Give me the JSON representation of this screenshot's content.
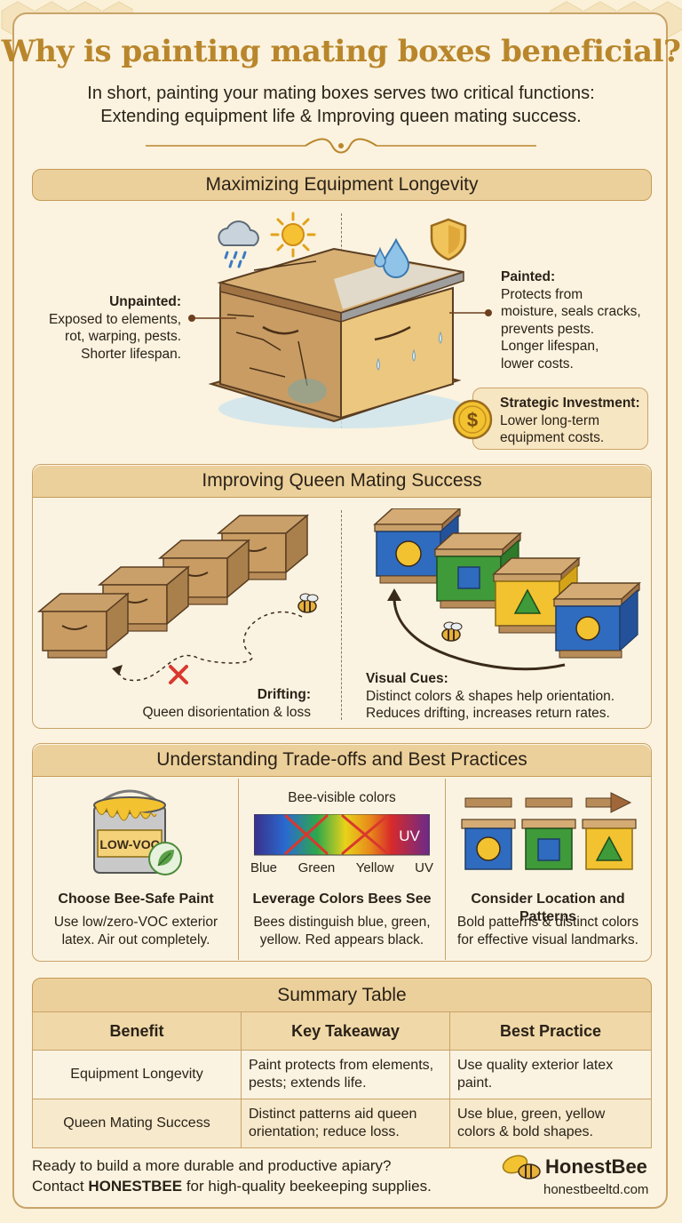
{
  "header": {
    "title": "Why is painting mating boxes beneficial?",
    "intro_line1": "In short, painting your mating boxes serves two critical functions:",
    "intro_line2": "Extending equipment life & Improving queen mating success."
  },
  "longevity": {
    "heading": "Maximizing Equipment Longevity",
    "unpainted_title": "Unpainted:",
    "unpainted_lines": [
      "Exposed to elements,",
      "rot, warping, pests.",
      "Shorter lifespan."
    ],
    "painted_title": "Painted:",
    "painted_lines": [
      "Protects from",
      "moisture, seals cracks,",
      "prevents pests.",
      "Longer lifespan,",
      "lower costs."
    ],
    "investment_title": "Strategic Investment:",
    "investment_lines": [
      "Lower long-term",
      "equipment costs."
    ]
  },
  "mating": {
    "heading": "Improving Queen Mating Success",
    "drifting_title": "Drifting:",
    "drifting_text": "Queen disorientation & loss",
    "cues_title": "Visual Cues:",
    "cues_line1": "Distinct colors & shapes help orientation.",
    "cues_line2": "Reduces drifting, increases return rates."
  },
  "tradeoffs": {
    "heading": "Understanding Trade-offs and Best Practices",
    "paint_can_label": "LOW-VOC",
    "col1_title": "Choose Bee-Safe Paint",
    "col1_line1": "Use low/zero-VOC exterior",
    "col1_line2": "latex. Air out completely.",
    "spectrum_caption": "Bee-visible colors",
    "spectrum_uv": "UV",
    "spectrum_labels": [
      "Blue",
      "Green",
      "Yellow",
      "UV"
    ],
    "col2_title": "Leverage Colors Bees See",
    "col2_line1": "Bees distinguish blue, green,",
    "col2_line2": "yellow. Red appears black.",
    "col3_title": "Consider Location and Patterns",
    "col3_line1": "Bold patterns & distinct colors",
    "col3_line2": "for effective visual landmarks."
  },
  "summary": {
    "heading": "Summary Table",
    "columns": [
      "Benefit",
      "Key Takeaway",
      "Best Practice"
    ],
    "rows": [
      [
        "Equipment Longevity",
        "Paint protects from elements, pests; extends life.",
        "Use quality exterior latex paint."
      ],
      [
        "Queen Mating Success",
        "Distinct patterns aid queen orientation; reduce loss.",
        "Use blue, green, yellow colors & bold shapes."
      ]
    ]
  },
  "footer": {
    "line1": "Ready to build a more durable and productive apiary?",
    "line2_prefix": "Contact ",
    "line2_brand": "HONESTBEE",
    "line2_suffix": " for high-quality beekeeping supplies.",
    "brand_name": "HonestBee",
    "brand_url": "honestbeeltd.com"
  },
  "colors": {
    "gold_title": "#b9862c",
    "section_bar": "#ecd09b",
    "border": "#c9a36a",
    "hive_blue": "#2f6cc0",
    "hive_green": "#3f9a3a",
    "hive_yellow": "#f2c230"
  },
  "icons": [
    "rain-cloud-icon",
    "sun-icon",
    "shield-icon",
    "water-drop-icon",
    "coin-dollar-icon",
    "bee-icon",
    "x-mark-icon",
    "leaf-icon",
    "arrow-right-icon"
  ]
}
